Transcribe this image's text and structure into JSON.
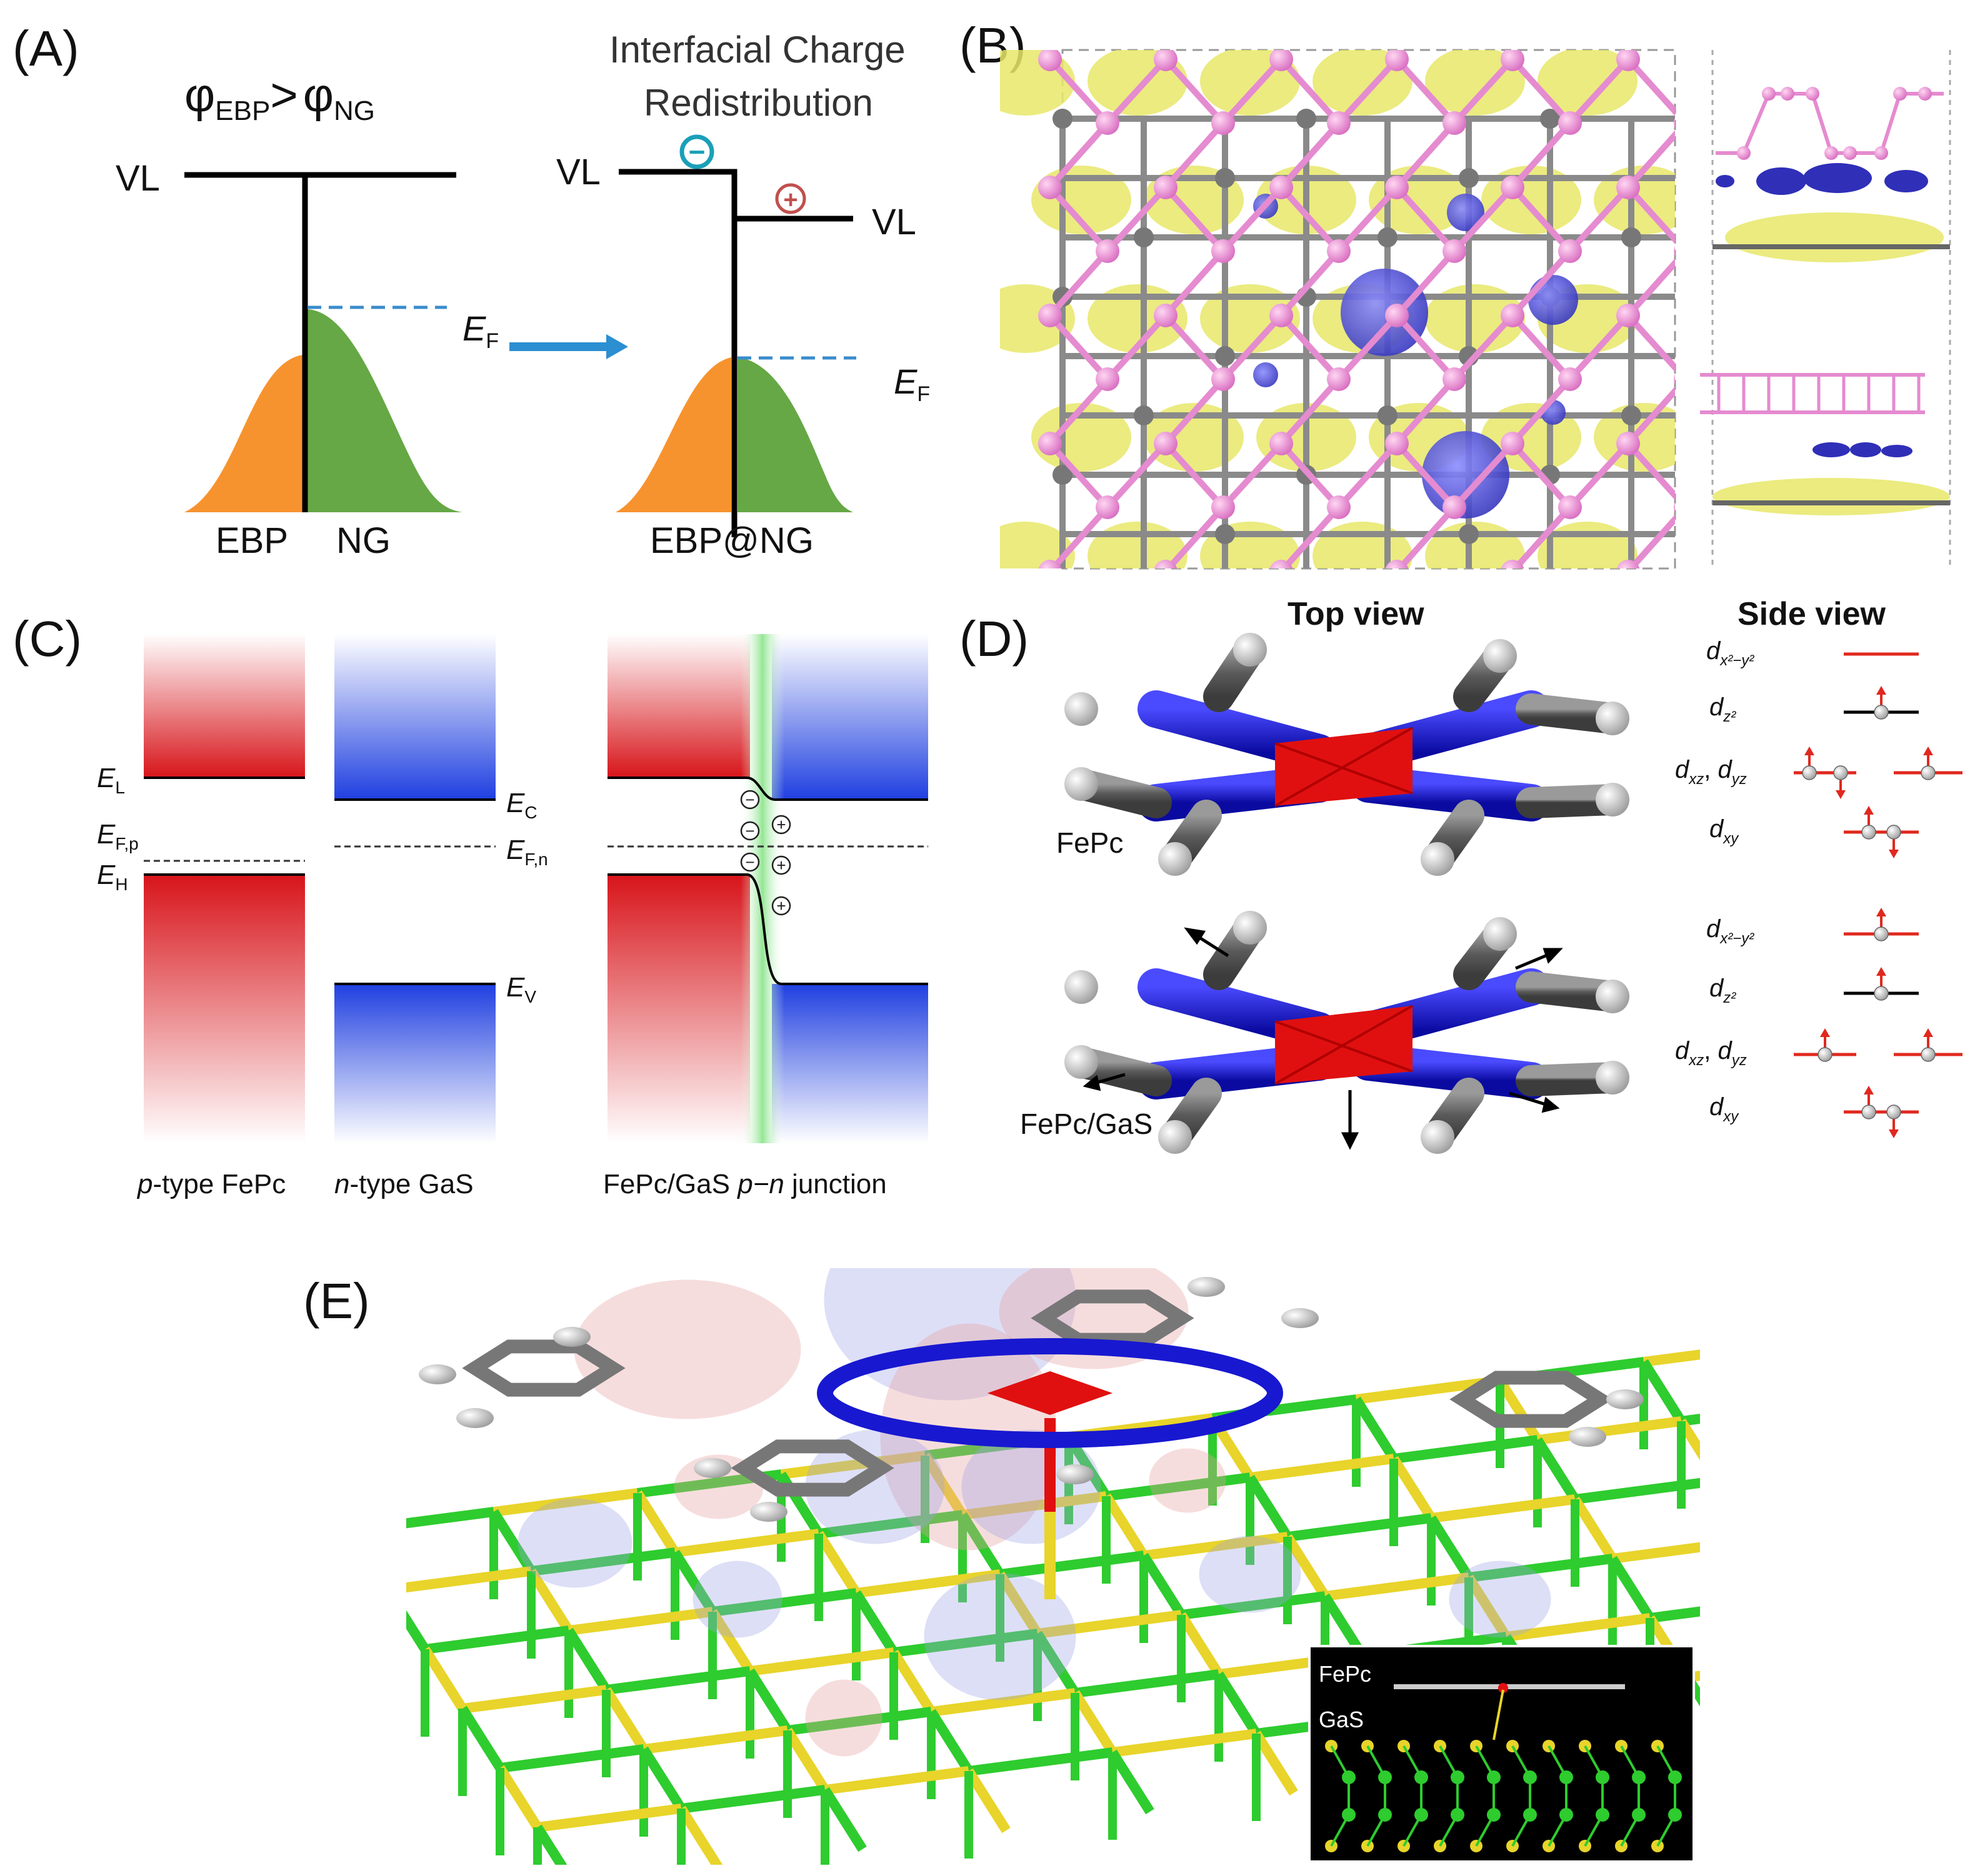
{
  "panels": {
    "a": {
      "label": "(A)",
      "phi": "φ",
      "sub_ebp": "EBP",
      "sub_ng": "NG",
      "gt": ">",
      "title_line1": "Interfacial Charge",
      "title_line2": "Redistribution",
      "vl": "VL",
      "ef_e": "E",
      "ef_sub": "F",
      "minus": "−",
      "plus": "+",
      "label_ebp": "EBP",
      "label_ng": "NG",
      "label_combined": "EBP@NG",
      "colors": {
        "ebp": "#f7932f",
        "ng": "#65a845",
        "arrow": "#2b8fd1",
        "minus_ring": "#1aa0b8",
        "plus_ring": "#c0504d"
      }
    },
    "b": {
      "label": "(B)"
    },
    "c": {
      "label": "(C)",
      "el": "E",
      "el_sub": "L",
      "efp": "E",
      "efp_sub": "F,p",
      "eh": "E",
      "eh_sub": "H",
      "ec": "E",
      "ec_sub": "C",
      "efn": "E",
      "efn_sub": "F,n",
      "ev": "E",
      "ev_sub": "V",
      "cap1_i": "p",
      "cap1_rest": "-type FePc",
      "cap2_i": "n",
      "cap2_rest": "-type GaS",
      "cap3_pre": "FePc/GaS ",
      "cap3_i": "p−n",
      "cap3_post": " junction",
      "minus": "−",
      "plus": "+"
    },
    "d": {
      "label": "(D)",
      "top_view": "Top view",
      "side_view": "Side view",
      "mol1": "FePc",
      "mol2": "FePc/GaS",
      "orb_d": "d",
      "orb_x2y2": "x²−y²",
      "orb_z2": "z²",
      "orb_xz": "xz",
      "orb_comma": ", ",
      "orb_yz": "yz",
      "orb_xy": "xy"
    },
    "e": {
      "label": "(E)",
      "inset_fepc": "FePc",
      "inset_gas": "GaS"
    }
  }
}
